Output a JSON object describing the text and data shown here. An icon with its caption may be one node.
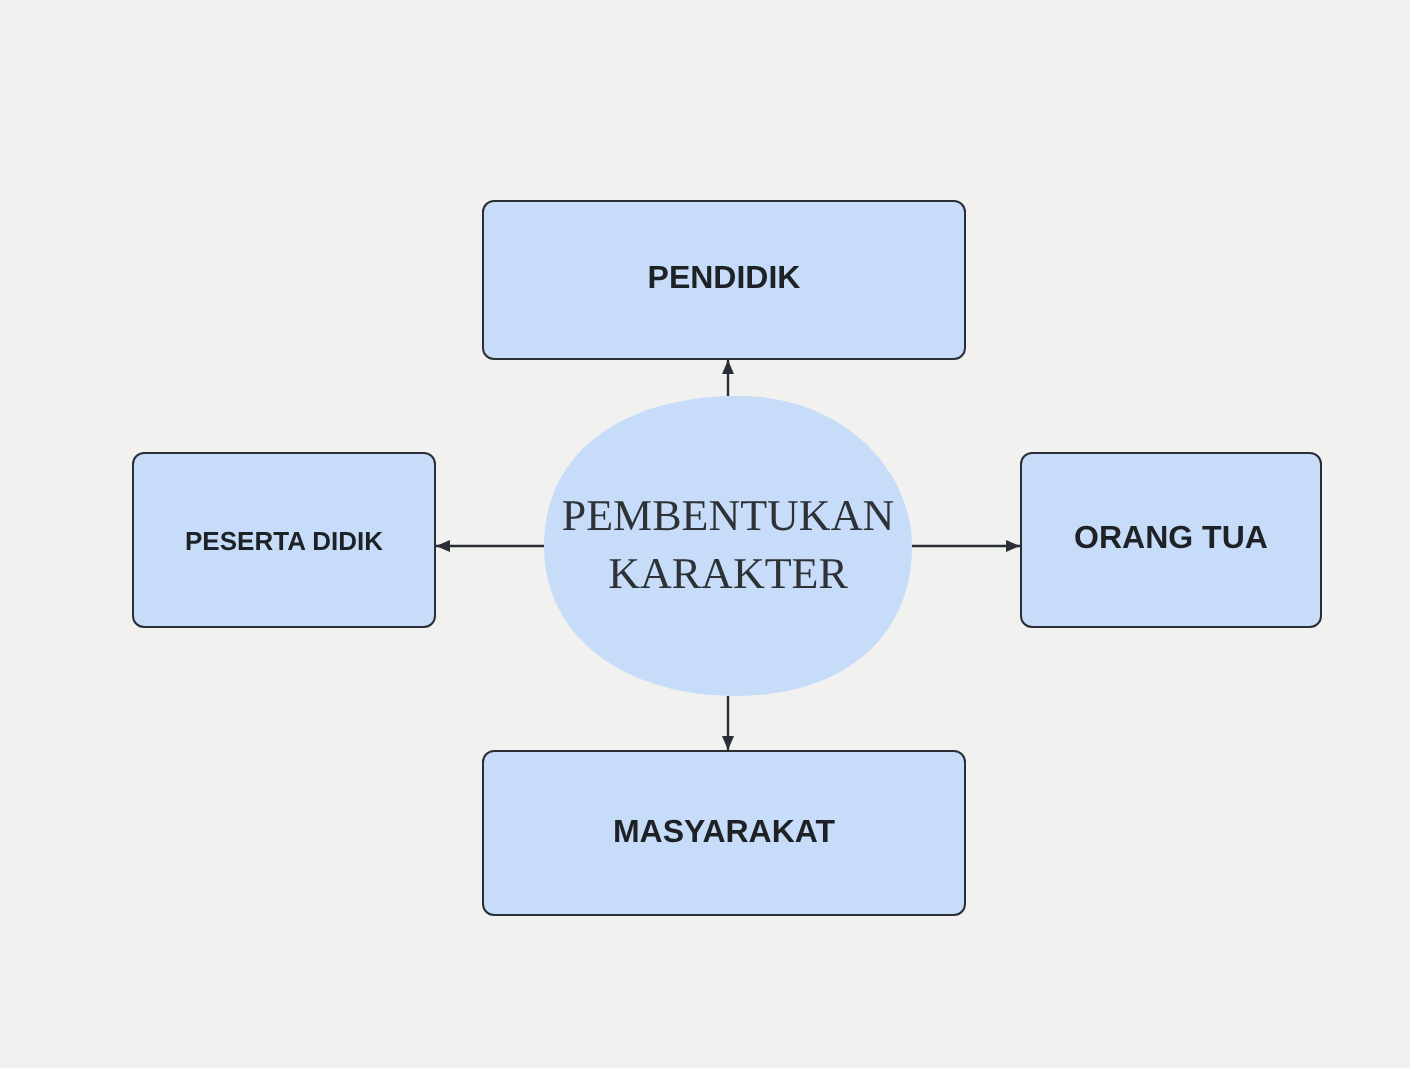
{
  "diagram": {
    "nodes": [
      {
        "text": [
          "PENDIDIK"
        ]
      },
      {
        "text": [
          "PESERTA DIDIK"
        ]
      },
      {
        "text": [
          "PEMBENTUKAN KARAKTER"
        ]
      },
      {
        "text": [
          "ORANG TUA"
        ]
      },
      {
        "text": [
          "MASYARAKAT"
        ]
      }
    ],
    "edges": [
      {
        "from": 2,
        "to": 0,
        "arrow": "to"
      },
      {
        "from": 2,
        "to": 1,
        "arrow": "to"
      },
      {
        "from": 2,
        "to": 3,
        "arrow": "to"
      },
      {
        "from": 2,
        "to": 4,
        "arrow": "to"
      }
    ]
  }
}
